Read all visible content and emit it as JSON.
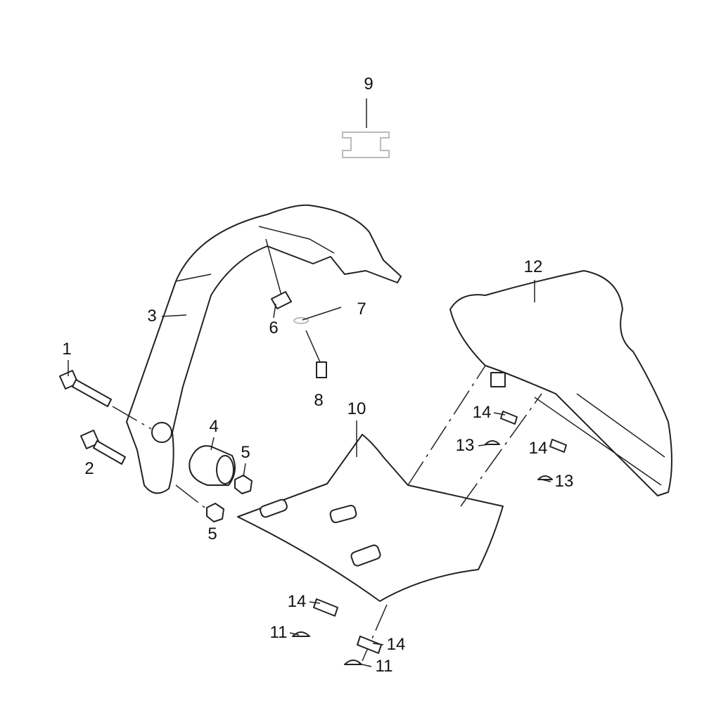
{
  "diagram": {
    "callouts": [
      {
        "id": "9",
        "text": "9"
      },
      {
        "id": "12",
        "text": "12"
      },
      {
        "id": "3",
        "text": "3"
      },
      {
        "id": "6",
        "text": "6"
      },
      {
        "id": "7",
        "text": "7"
      },
      {
        "id": "1",
        "text": "1"
      },
      {
        "id": "8",
        "text": "8"
      },
      {
        "id": "10",
        "text": "10"
      },
      {
        "id": "14a",
        "text": "14"
      },
      {
        "id": "4",
        "text": "4"
      },
      {
        "id": "5a",
        "text": "5"
      },
      {
        "id": "2",
        "text": "2"
      },
      {
        "id": "13a",
        "text": "13"
      },
      {
        "id": "14b",
        "text": "14"
      },
      {
        "id": "13b",
        "text": "13"
      },
      {
        "id": "5b",
        "text": "5"
      },
      {
        "id": "14c",
        "text": "14"
      },
      {
        "id": "11a",
        "text": "11"
      },
      {
        "id": "14d",
        "text": "14"
      },
      {
        "id": "11b",
        "text": "11"
      }
    ]
  }
}
